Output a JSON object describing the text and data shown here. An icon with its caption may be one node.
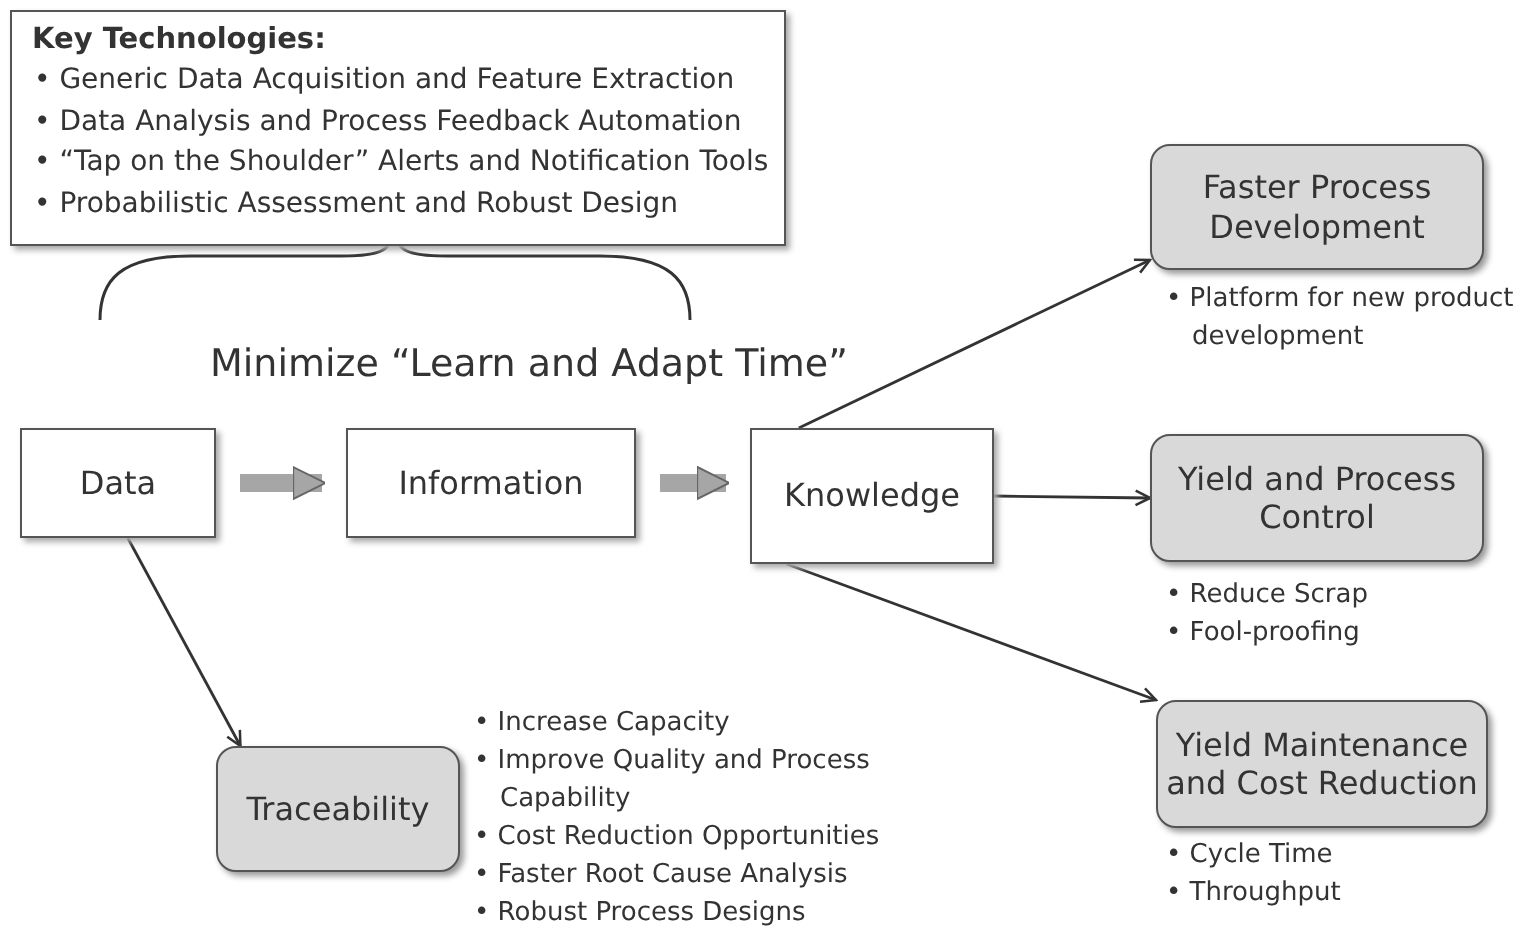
{
  "diagram": {
    "nodes": [
      {
        "text": [
          "Key Technologies:",
          "• Generic Data Acquisition and Feature Extraction",
          "• Data Analysis and Process Feedback Automation",
          "• “Tap on the Shoulder” Alerts and Notification Tools",
          "• Probabilistic Assessment and Robust Design"
        ]
      },
      {
        "text": [
          "Data"
        ]
      },
      {
        "text": [
          "Information"
        ]
      },
      {
        "text": [
          "Knowledge"
        ]
      },
      {
        "text": [
          "Faster Process Development"
        ],
        "beside": [
          "• Platform for new product development"
        ]
      },
      {
        "text": [
          "Yield and Process Control"
        ],
        "beside": [
          "• Reduce Scrap",
          "• Fool-proofing"
        ]
      },
      {
        "text": [
          "Yield Maintenance and Cost Reduction"
        ],
        "beside": [
          "• Cycle Time",
          "• Throughput"
        ]
      },
      {
        "text": [
          "Traceability"
        ],
        "beside": [
          "• Increase Capacity",
          "• Improve Quality and Process Capability",
          "• Cost Reduction Opportunities",
          "• Faster Root Cause Analysis",
          "• Robust Process Designs"
        ]
      }
    ],
    "edges": [
      {
        "from": 1,
        "to": 2,
        "arrow": "to",
        "style": "thick",
        "color": "#a6a6a6"
      },
      {
        "from": 2,
        "to": 3,
        "arrow": "to",
        "style": "thick",
        "color": "#a6a6a6"
      },
      {
        "from": 3,
        "to": 4,
        "arrow": "to"
      },
      {
        "from": 3,
        "to": 5,
        "arrow": "to"
      },
      {
        "from": 3,
        "to": 6,
        "arrow": "to"
      },
      {
        "from": 1,
        "to": 7,
        "arrow": "to"
      }
    ],
    "labels": [
      "Minimize “Learn and Adapt Time”"
    ]
  }
}
